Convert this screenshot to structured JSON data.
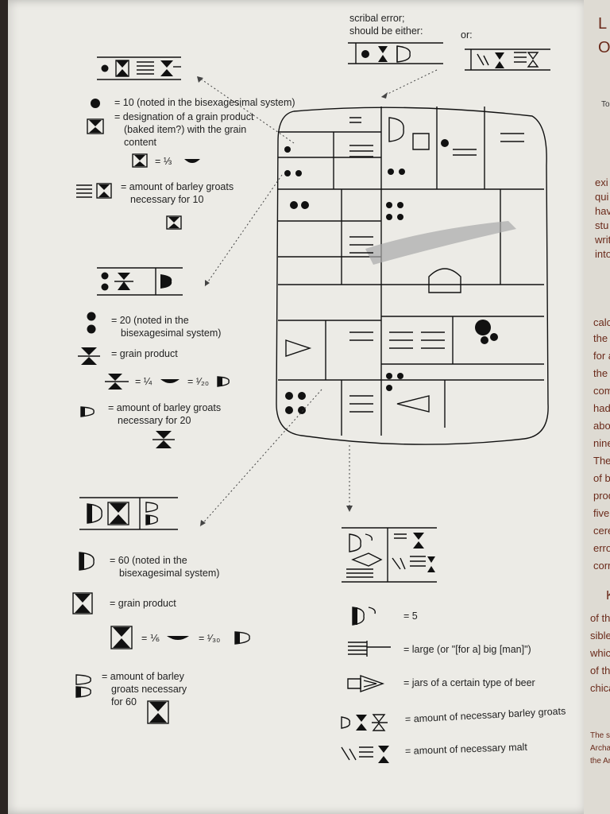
{
  "top": {
    "scribal_error": "scribal error;",
    "should_be": "should be either:",
    "or": "or:"
  },
  "group1": {
    "dot_eq": "= 10 (noted in the bisexagesimal system)",
    "grain_line1": "= designation of a grain product",
    "grain_line2": "(baked item?) with the grain",
    "grain_line3": "content",
    "frac_eq": "= ⅓",
    "barley_line1": "= amount of barley groats",
    "barley_line2": "necessary for 10"
  },
  "group2": {
    "twenty_line1": "= 20 (noted in the",
    "twenty_line2": "bisexagesimal system)",
    "grain": "= grain product",
    "frac_a": "= ¼",
    "frac_b": "= ¹⁄₂₀",
    "barley_line1": "= amount of barley groats",
    "barley_line2": "necessary for 20"
  },
  "group3": {
    "sixty_line1": "= 60 (noted in the",
    "sixty_line2": "bisexagesimal system)",
    "grain": "= grain product",
    "frac_a": "= ⅙",
    "frac_b": "= ¹⁄₃₀",
    "barley_line1": "= amount of barley",
    "barley_line2": "groats necessary",
    "barley_line3": "for 60"
  },
  "group4": {
    "five": "= 5",
    "large": "= large (or \"[for a] big [man]\")",
    "jars": "= jars of a certain type of beer",
    "groats": "= amount of necessary barley groats",
    "malt": "= amount of necessary malt"
  },
  "right_fragments": [
    "L",
    "O",
    "To",
    "exi",
    "qui",
    "hav",
    "stu",
    "writ",
    "into",
    "calc",
    "the h",
    "for a",
    "the b",
    "comn",
    "had t",
    "above",
    "nine d",
    "The sc",
    "of barl",
    "produc",
    "five jug",
    "cereal",
    "errone",
    "correct",
    "K",
    "of the e",
    "sible fo",
    "which th",
    "of this p",
    "chically",
    "The stor",
    "Archaic",
    "the Anci"
  ]
}
